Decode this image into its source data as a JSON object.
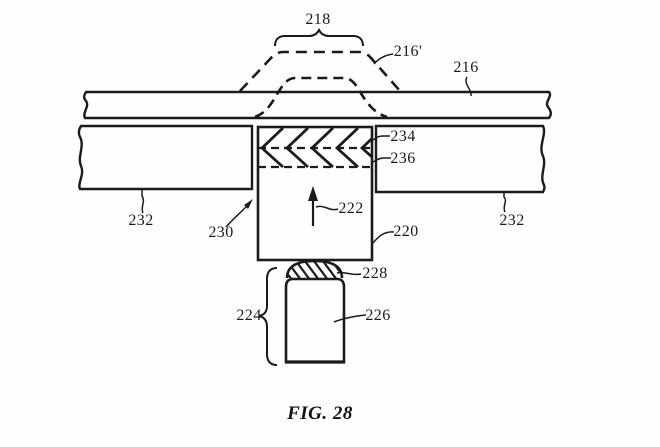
{
  "figure": {
    "caption": "FIG. 28",
    "ink_color": "#1b1b1b",
    "background_color": "#fefefe",
    "labels": {
      "r218": "218",
      "r216p": "216'",
      "r216": "216",
      "r234": "234",
      "r236": "236",
      "r232_left": "232",
      "r232_right": "232",
      "r230": "230",
      "r222": "222",
      "r220": "220",
      "r228": "228",
      "r224": "224",
      "r226": "226"
    }
  }
}
